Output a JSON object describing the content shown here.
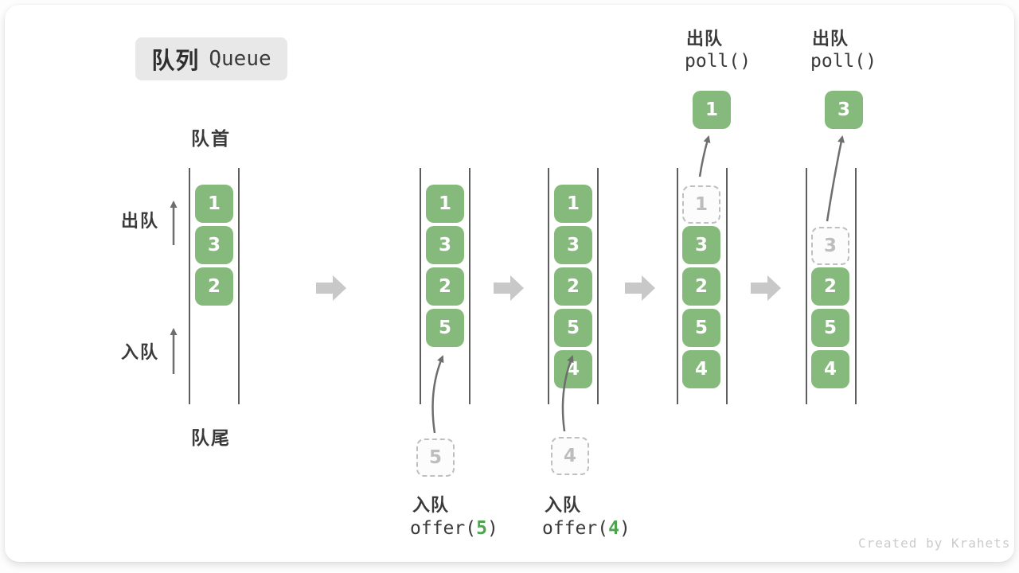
{
  "badge": {
    "zh": "队列",
    "en": "Queue"
  },
  "side_labels": {
    "front": "队首",
    "rear": "队尾",
    "dequeue": "出队",
    "enqueue": "入队"
  },
  "queues": {
    "q1": [
      "1",
      "3",
      "2"
    ],
    "q2": [
      "1",
      "3",
      "2",
      "5"
    ],
    "q3": [
      "1",
      "3",
      "2",
      "5",
      "4"
    ],
    "q4": [
      "3",
      "2",
      "5",
      "4"
    ],
    "q5": [
      "2",
      "5",
      "4"
    ]
  },
  "pending": {
    "q2": "5",
    "q3": "4"
  },
  "removed": {
    "q4": "1",
    "q5": "3"
  },
  "results": {
    "q4": "1",
    "q5": "3"
  },
  "ops": {
    "enq1": {
      "label": "入队",
      "fn_open": "offer(",
      "arg": "5",
      "fn_close": ")"
    },
    "enq2": {
      "label": "入队",
      "fn_open": "offer(",
      "arg": "4",
      "fn_close": ")"
    },
    "deq1": {
      "label": "出队",
      "fn": "poll()"
    },
    "deq2": {
      "label": "出队",
      "fn": "poll()"
    }
  },
  "watermark": "Created by Krahets",
  "colors": {
    "box_green": "#86ba7d",
    "code_arg_green": "#4ea44e",
    "block_arrow_gray": "#c8c8c8",
    "thin_arrow_gray": "#6e6e6e",
    "wall_gray": "#5e5e5e",
    "badge_bg": "#e8e8e8",
    "dashed_gray": "#bfbfbf",
    "watermark_gray": "#cbcbcb"
  }
}
